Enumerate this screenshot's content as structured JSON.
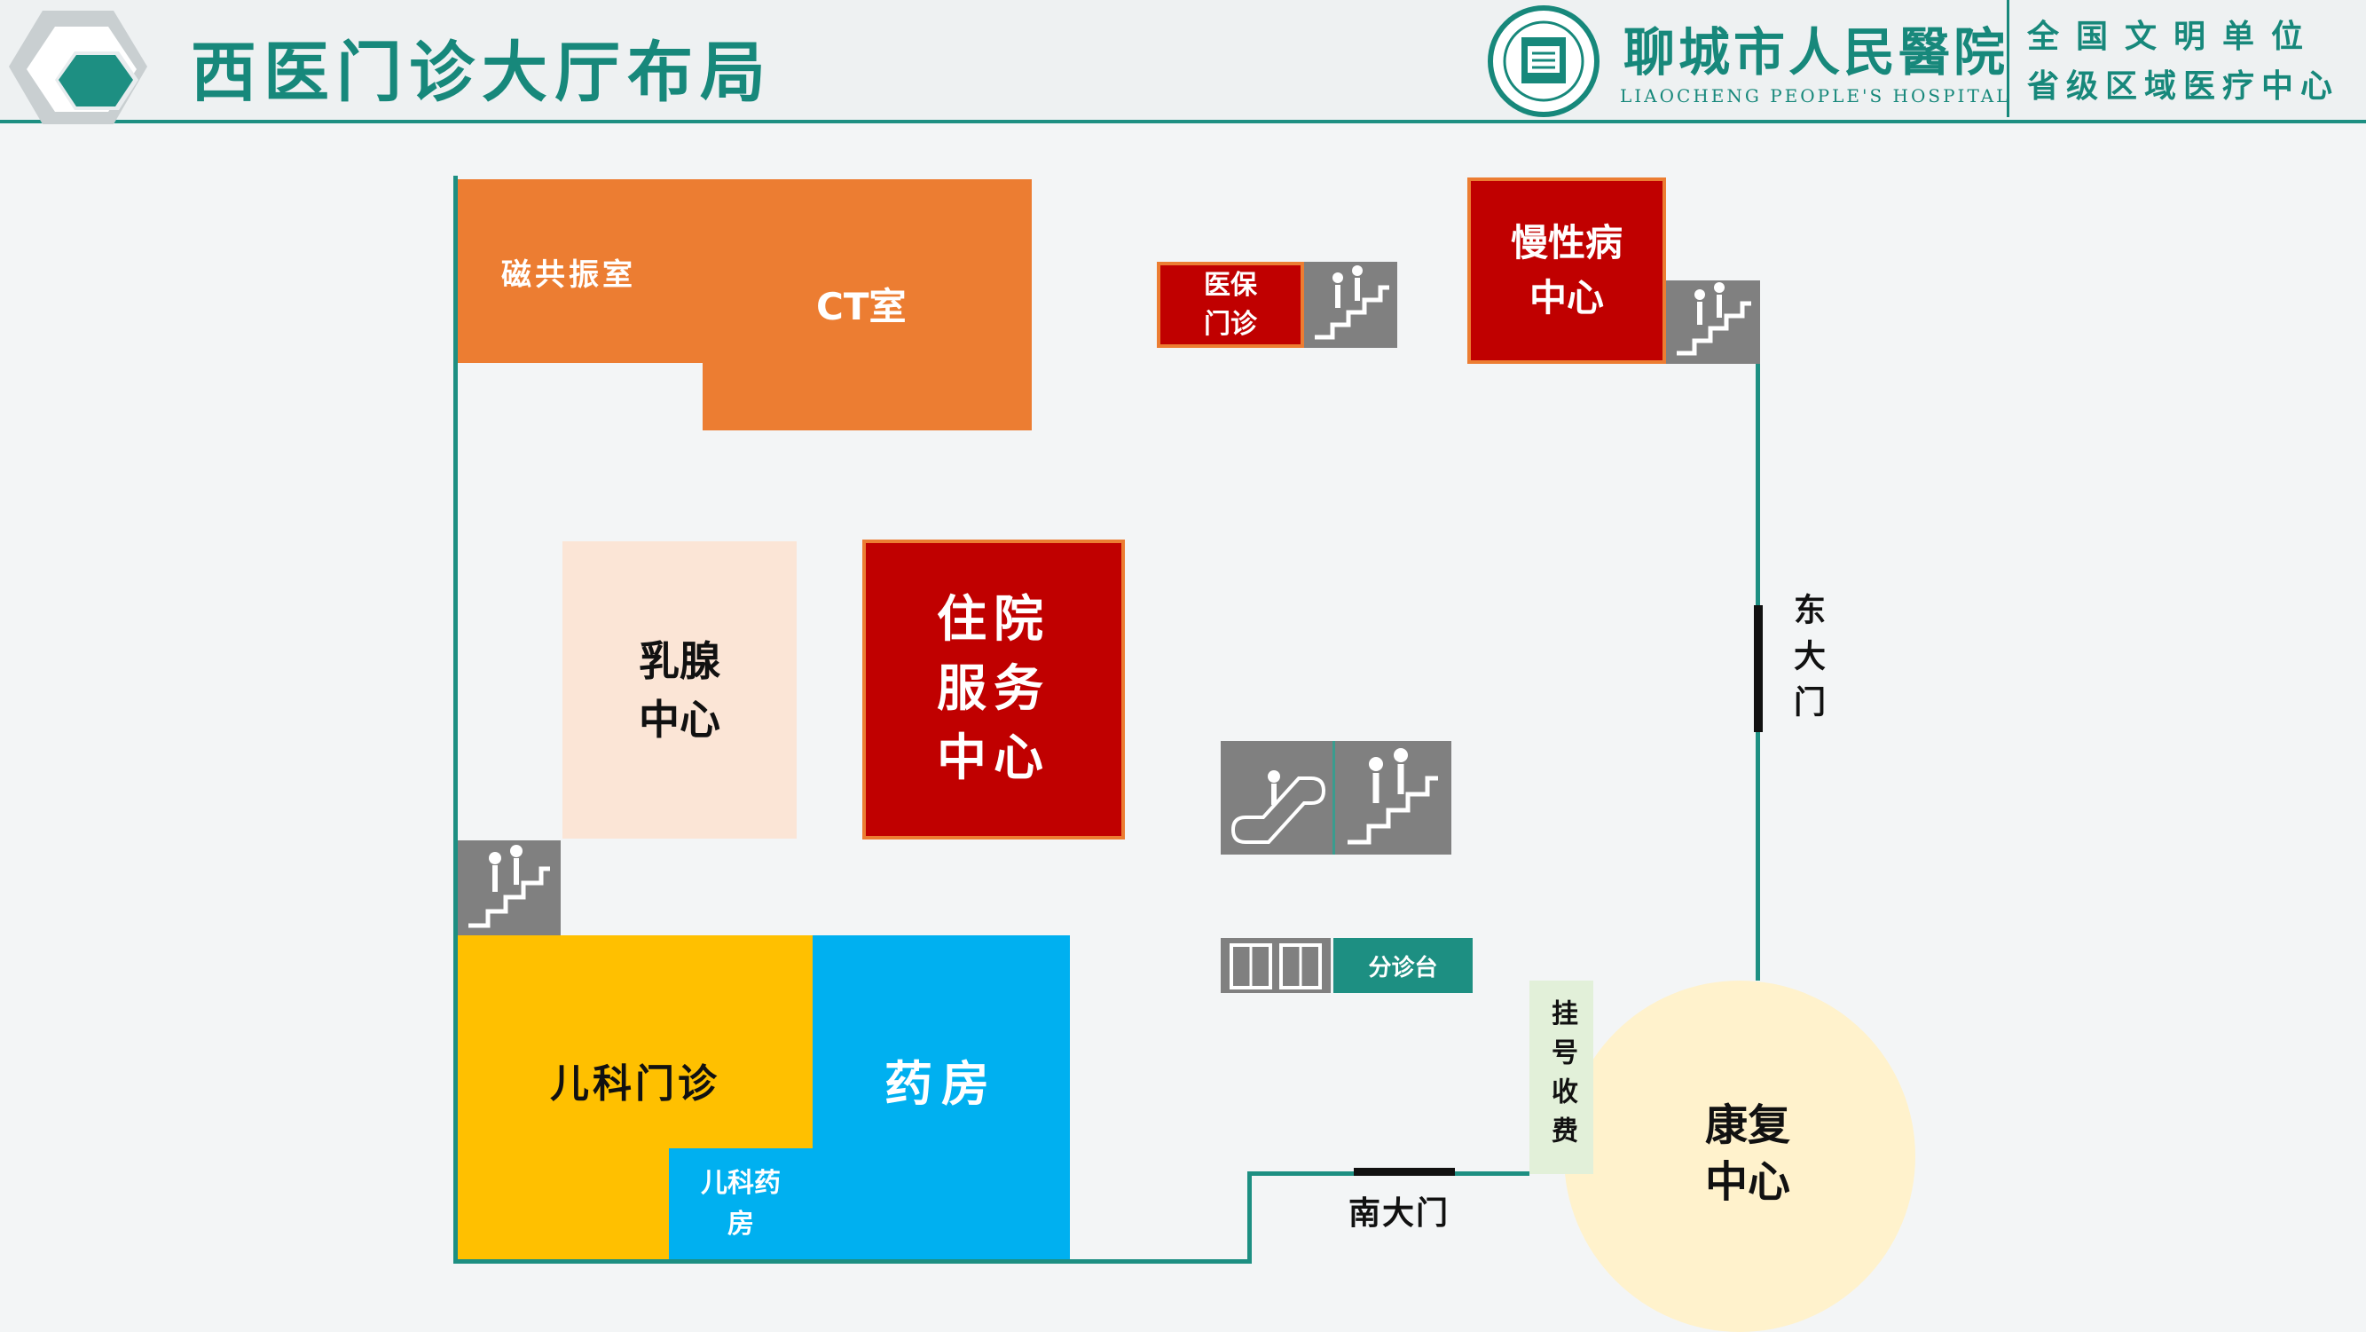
{
  "header": {
    "title": "西医门诊大厅布局",
    "hospital_name": "聊城市人民醫院",
    "hospital_name_en": "LIAOCHENG PEOPLE'S HOSPITAL",
    "motto_line1": "全国文明单位",
    "motto_line2": "省级区域医疗中心"
  },
  "rooms": {
    "mri": "磁共振室",
    "ct": "CT室",
    "medical_insurance": "医保\n门诊",
    "chronic_disease": "慢性病\n中心",
    "breast_center": "乳腺\n中心",
    "inpatient_service": "住院\n服务\n中心",
    "pediatrics": "儿科门诊",
    "pharmacy": "药房",
    "pediatric_pharmacy": "儿科药\n房",
    "triage_desk": "分诊台",
    "registration": "挂号收费",
    "rehabilitation": "康复\n中心"
  },
  "entrances": {
    "east_gate": "东大门",
    "south_gate": "南大门"
  },
  "colors": {
    "accent": "#17887b",
    "orange": "#ec7d32",
    "dark_red": "#c00000",
    "peach": "#fbe5d6",
    "yellow": "#ffc000",
    "blue": "#00b0f0",
    "cream": "#fff2cc",
    "pale_green": "#e2f0d9",
    "gray": "#808080"
  },
  "icons": [
    "stairs-icon",
    "escalator-icon",
    "elevator-icon",
    "hexagon-logo-icon",
    "hospital-emblem-icon"
  ]
}
